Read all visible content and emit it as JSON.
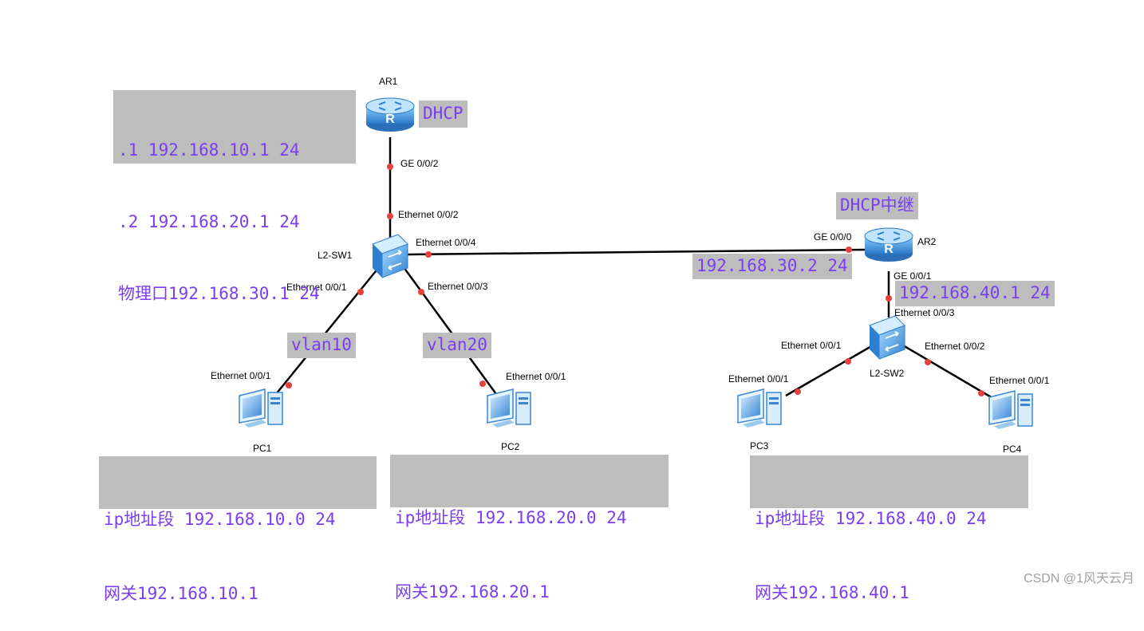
{
  "devices": {
    "ar1": "AR1",
    "ar2": "AR2",
    "sw1": "L2-SW1",
    "sw2": "L2-SW2",
    "pc1": "PC1",
    "pc2": "PC2",
    "pc3": "PC3",
    "pc4": "PC4"
  },
  "ports": {
    "ar1_ge002": "GE 0/0/2",
    "sw1_e002": "Ethernet 0/0/2",
    "sw1_e004": "Ethernet 0/0/4",
    "sw1_e001": "Ethernet 0/0/1",
    "sw1_e003": "Ethernet 0/0/3",
    "pc1_e001": "Ethernet 0/0/1",
    "pc2_e001": "Ethernet 0/0/1",
    "ar2_ge000": "GE 0/0/0",
    "ar2_ge001": "GE 0/0/1",
    "sw2_e003": "Ethernet 0/0/3",
    "sw2_e001": "Ethernet 0/0/1",
    "sw2_e002": "Ethernet 0/0/2",
    "pc3_e001": "Ethernet 0/0/1",
    "pc4_e001": "Ethernet 0/0/1"
  },
  "notes": {
    "ar1_config": [
      ".1 192.168.10.1 24",
      ".2 192.168.20.1 24",
      "物理口192.168.30.1 24"
    ],
    "ar1_role": "DHCP",
    "ar2_role": "DHCP中继",
    "ar2_ge000_ip": "192.168.30.2 24",
    "ar2_ge001_ip": "192.168.40.1 24",
    "vlan10": "vlan10",
    "vlan20": "vlan20",
    "pc1_info": [
      "ip地址段 192.168.10.0 24",
      "网关192.168.10.1"
    ],
    "pc2_info": [
      "ip地址段 192.168.20.0 24",
      "网关192.168.20.1"
    ],
    "pc34_info": [
      "ip地址段 192.168.40.0 24",
      "网关192.168.40.1"
    ]
  },
  "watermark": "CSDN @1风天云月",
  "colors": {
    "link": "#000000",
    "port_dot": "#e8403a",
    "note_bg": "#bdbdbd",
    "note_text": "#7a3df0",
    "device_blue": "#3d8fd6"
  }
}
